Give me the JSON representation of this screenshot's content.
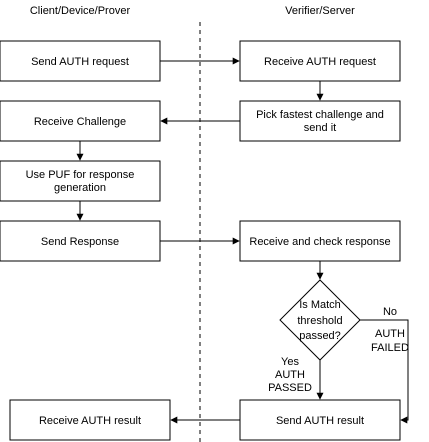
{
  "lanes": {
    "left": "Client/Device/Prover",
    "right": "Verifier/Server"
  },
  "nodes": {
    "send_auth_request": "Send AUTH request",
    "receive_auth_request": "Receive AUTH request",
    "pick_challenge_line1": "Pick fastest challenge and",
    "pick_challenge_line2": "send it",
    "receive_challenge": "Receive Challenge",
    "use_puf_line1": "Use PUF for response",
    "use_puf_line2": "generation",
    "send_response": "Send Response",
    "receive_check_response": "Receive and check response",
    "decision_line1": "Is Match",
    "decision_line2": "threshold",
    "decision_line3": "passed?",
    "send_auth_result": "Send AUTH result",
    "receive_auth_result": "Receive AUTH result"
  },
  "edge_labels": {
    "no": "No",
    "auth_failed_line1": "AUTH",
    "auth_failed_line2": "FAILED",
    "yes": "Yes",
    "auth_passed_line1": "AUTH",
    "auth_passed_line2": "PASSED"
  }
}
